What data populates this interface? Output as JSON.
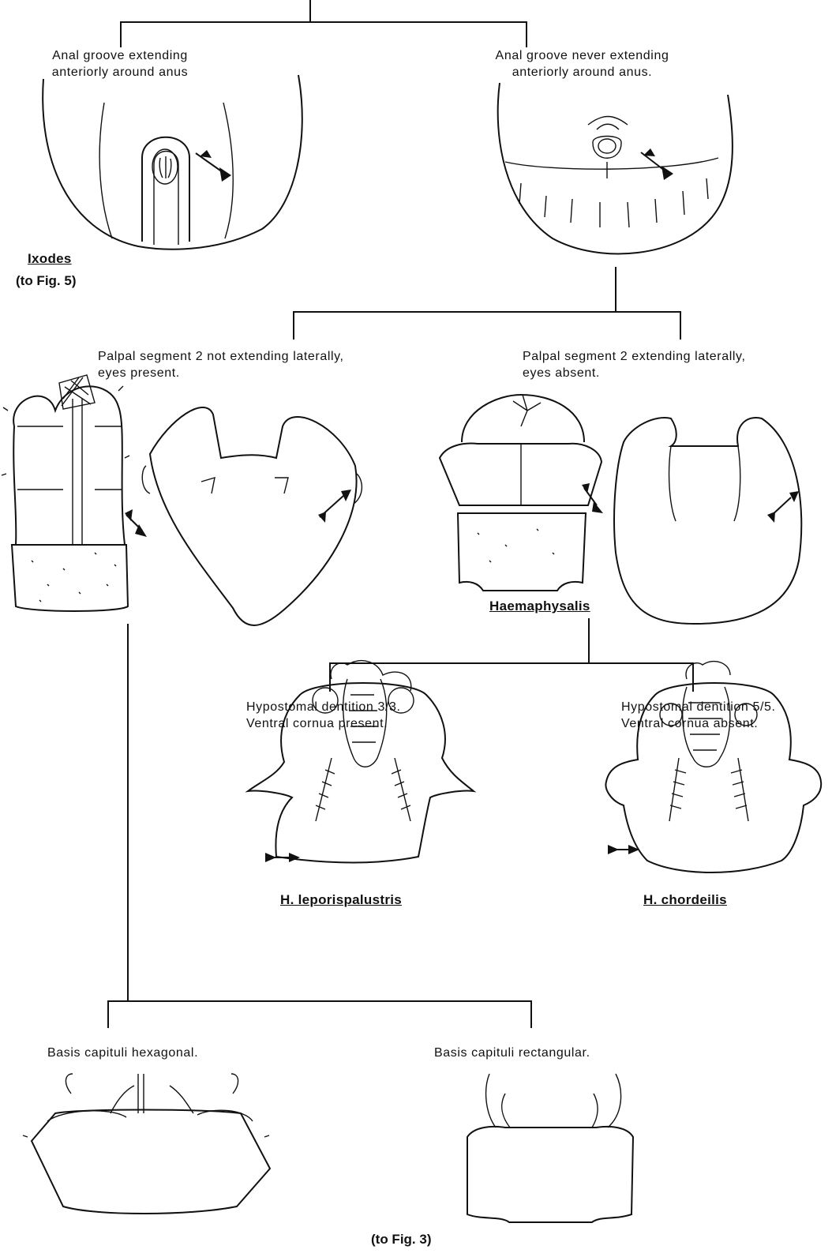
{
  "key": {
    "couplet_1": {
      "left": {
        "line1": "Anal groove extending",
        "line2": "anteriorly around anus",
        "taxon": "Ixodes",
        "reference": "(to Fig. 5)"
      },
      "right": {
        "line1": "Anal groove never extending",
        "line2": "anteriorly around anus."
      }
    },
    "couplet_2": {
      "left": {
        "line1": "Palpal segment 2 not extending laterally,",
        "line2": "eyes present."
      },
      "right": {
        "line1": "Palpal segment 2 extending laterally,",
        "line2": "eyes absent.",
        "taxon": "Haemaphysalis"
      }
    },
    "couplet_3": {
      "left": {
        "line1": "Hypostomal dentition 3/3.",
        "line2": "Ventral cornua present.",
        "taxon": "H. leporispalustris"
      },
      "right": {
        "line1": "Hypostomal dentition 5/5.",
        "line2": "Ventral cornua absent.",
        "taxon": "H. chordeilis"
      }
    },
    "couplet_4": {
      "left": {
        "line1": "Basis capituli hexagonal."
      },
      "right": {
        "line1": "Basis capituli rectangular."
      },
      "reference": "(to Fig. 3)"
    }
  },
  "colors": {
    "ink": "#111111",
    "paper": "#ffffff"
  }
}
